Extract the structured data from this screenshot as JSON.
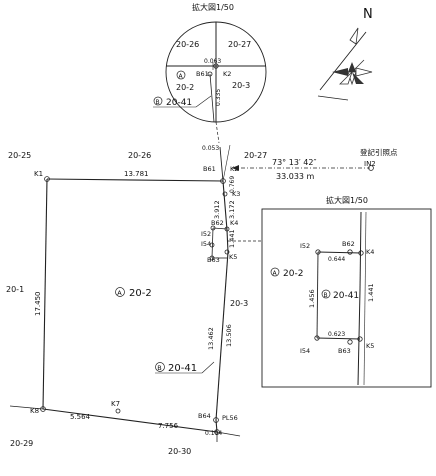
{
  "scale_titles": {
    "top": "拡大図1/50",
    "right": "拡大図1/50"
  },
  "north_arrow": {
    "icon": "north-arrow-icon",
    "letter": "N"
  },
  "parcels": {
    "p20_25": "20-25",
    "p20_26": "20-26",
    "p20_27": "20-27",
    "p20_1": "20-1",
    "p20_3": "20-3",
    "p20_29": "20-29",
    "p20_30": "20-30"
  },
  "main_parcel": {
    "mark": "A",
    "number": "20-2"
  },
  "sub_parcel": {
    "mark": "B",
    "number": "20-41"
  },
  "points": {
    "k1": "K1",
    "k2": "K2",
    "k3": "K3",
    "k4": "K4",
    "k5": "K5",
    "k7": "K7",
    "k8": "K8",
    "b61": "B61",
    "b62": "B62",
    "b63": "B63",
    "b64": "B64",
    "i52": "I52",
    "i54": "I54",
    "pl56": "PL56"
  },
  "distances": {
    "top_edge": "13.781",
    "left_edge": "17.450",
    "bottom_left": "5.564",
    "bottom_right": "7.756",
    "k2_k3": "0.769",
    "d3912": "3.912",
    "d3172": "3.172",
    "d1441": "1.441",
    "d13462": "13.462",
    "d13506": "13.506",
    "d0104": "0.104",
    "d0053": "0.053"
  },
  "reference": {
    "label": "登記引照点",
    "point": "IN2",
    "angle": "73° 13′ 42″",
    "distance": "33.033 m"
  },
  "circle_detail": {
    "p26": "20-26",
    "p27": "20-27",
    "p3": "20-3",
    "mark": "A",
    "parcel": "20-2",
    "b61": "B61",
    "k2": "K2",
    "d0063": "0.063",
    "d0335": "0.335"
  },
  "rect_detail": {
    "mark_a": "A",
    "parcel_a": "20-2",
    "mark_b": "B",
    "parcel_b": "20-41",
    "i52": "I52",
    "b62": "B62",
    "k4": "K4",
    "i54": "I54",
    "b63": "B63",
    "k5": "K5",
    "d0644": "0.644",
    "d1456": "1.456",
    "d1441": "1.441",
    "d0623": "0.623"
  }
}
